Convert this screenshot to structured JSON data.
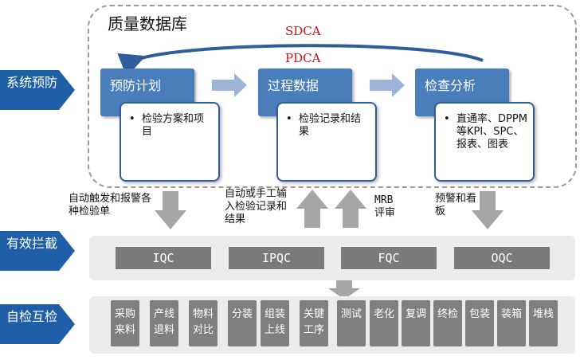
{
  "side_labels": [
    {
      "text": "系统预防"
    },
    {
      "text": "有效拦截"
    },
    {
      "text": "自检互检"
    }
  ],
  "database": {
    "title": "质量数据库",
    "cycle_outer": "SDCA",
    "cycle_inner": "PDCA",
    "stages": [
      {
        "title": "预防计划",
        "detail": "检验方案和项目"
      },
      {
        "title": "过程数据",
        "detail": "检验记录和结果"
      },
      {
        "title": "检查分析",
        "detail": "直通率、DPPM等KPI、SPC、报表、图表"
      }
    ]
  },
  "flow_notes": {
    "trigger": "自动触发和报警各种检验单",
    "input": "自动或手工输入检验记录和结果",
    "mrb": "MRB评审",
    "warning": "预警和看板"
  },
  "gates": [
    "IQC",
    "IPQC",
    "FQC",
    "OQC"
  ],
  "steps": [
    "采购来料",
    "产线退料",
    "物料对比",
    "分装",
    "组装上线",
    "关键工序",
    "测试",
    "老化",
    "复调",
    "终检",
    "包装",
    "装箱",
    "堆栈"
  ],
  "colors": {
    "blue": "#4a7ebb",
    "dark_blue": "#1f5fa8",
    "gray": "#7f7f7f",
    "red": "#d01010"
  }
}
